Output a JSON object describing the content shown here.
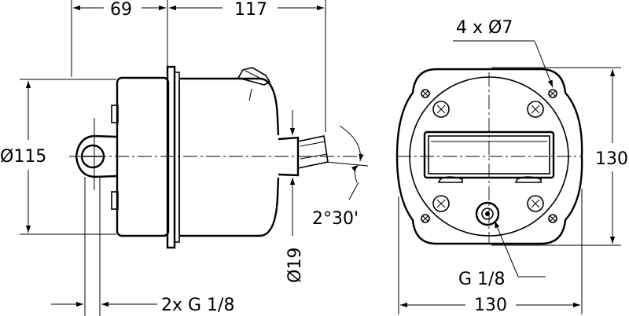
{
  "side_view": {
    "dim_flange_offset": "69",
    "dim_body_length": "117",
    "dim_body_diameter": "Ø115",
    "dim_shaft_diameter": "Ø19",
    "dim_tilt_angle": "2°30'",
    "dim_ports": "2x G 1/8"
  },
  "front_view": {
    "dim_holes": "4 x Ø7",
    "dim_height": "130",
    "dim_width": "130",
    "dim_port": "G 1/8"
  }
}
